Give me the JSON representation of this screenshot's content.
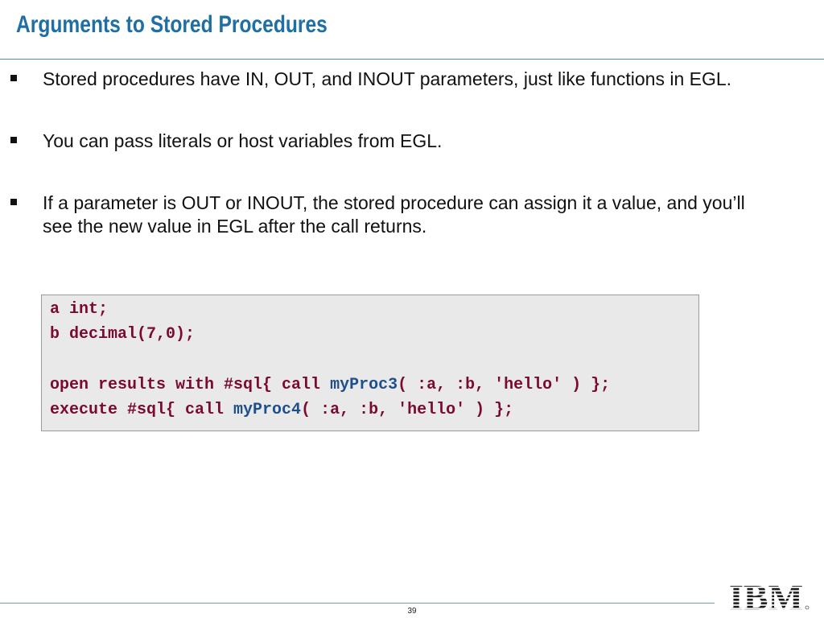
{
  "slide": {
    "title": "Arguments to Stored Procedures",
    "page_number": "39"
  },
  "bullets": [
    "Stored procedures have IN, OUT, and INOUT parameters, just like functions in EGL.",
    "You can pass literals or host variables from EGL.",
    "If a parameter is OUT or INOUT, the stored procedure can assign it a value, and you’ll see the new value in EGL after the call returns."
  ],
  "code": {
    "line1": {
      "a": "a ",
      "b": "int;"
    },
    "line2": {
      "a": "b ",
      "b": "decimal(7,0);"
    },
    "line3": {
      "a": "open results with #sql{ call ",
      "b": "myProc3",
      "c": "( :a, :b, 'hello' ) };"
    },
    "line4": {
      "a": "execute #sql{ call ",
      "b": "myProc4",
      "c": "( :a, :b, 'hello' ) };"
    }
  },
  "colors": {
    "title": "#1f6fa4",
    "code_keyword": "#7a0a2e",
    "code_identifier": "#1e4f8c",
    "code_background": "#e9e9e9"
  },
  "logo": {
    "text": "IBM",
    "icon": "ibm-logo-icon"
  }
}
